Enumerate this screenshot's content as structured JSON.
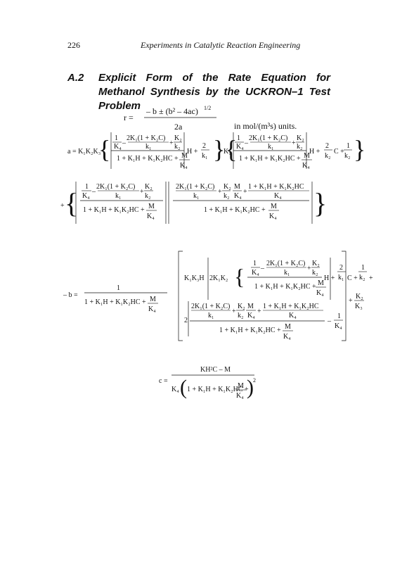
{
  "header": {
    "page_number": "226",
    "running_title": "Experiments in Catalytic Reaction Engineering"
  },
  "section": {
    "number": "A.2",
    "title": "Explicit Form of the Rate Equation for Methanol Synthesis by the UCKRON–1 Test Problem"
  },
  "rate": {
    "lhs": "r =",
    "numerator": "– b ± (b² – 4ac)",
    "exponent": "1/2",
    "denominator": "2a",
    "units": "in mol/(m³s) units."
  },
  "terms": {
    "one": "1",
    "two": "2",
    "k1_over": "k₁",
    "k2_over": "k₂",
    "K4_over": "K₄",
    "K3_over": "K₃",
    "mid_frac_num": "2K₁(1 + K₂C)",
    "K2_num": "K₂",
    "M": "M",
    "denominator_base": "1 + K₁H + K₁K₂HC +",
    "group1_tail": "1 + K₁H + K₁K₂HC",
    "a_lhs": "a = K₁K₂K₃",
    "H": "H +",
    "C": "C +",
    "K1": "K₁",
    "plus": "+",
    "minus": "–",
    "b_lhs": "– b =",
    "b_prefix": "K₁K₃H",
    "b_inner": "2K₁K₂",
    "two_lead": "2",
    "c_lhs": "c =",
    "c_num": "KH²C – M",
    "c_den": "K₄",
    "square": "2"
  }
}
